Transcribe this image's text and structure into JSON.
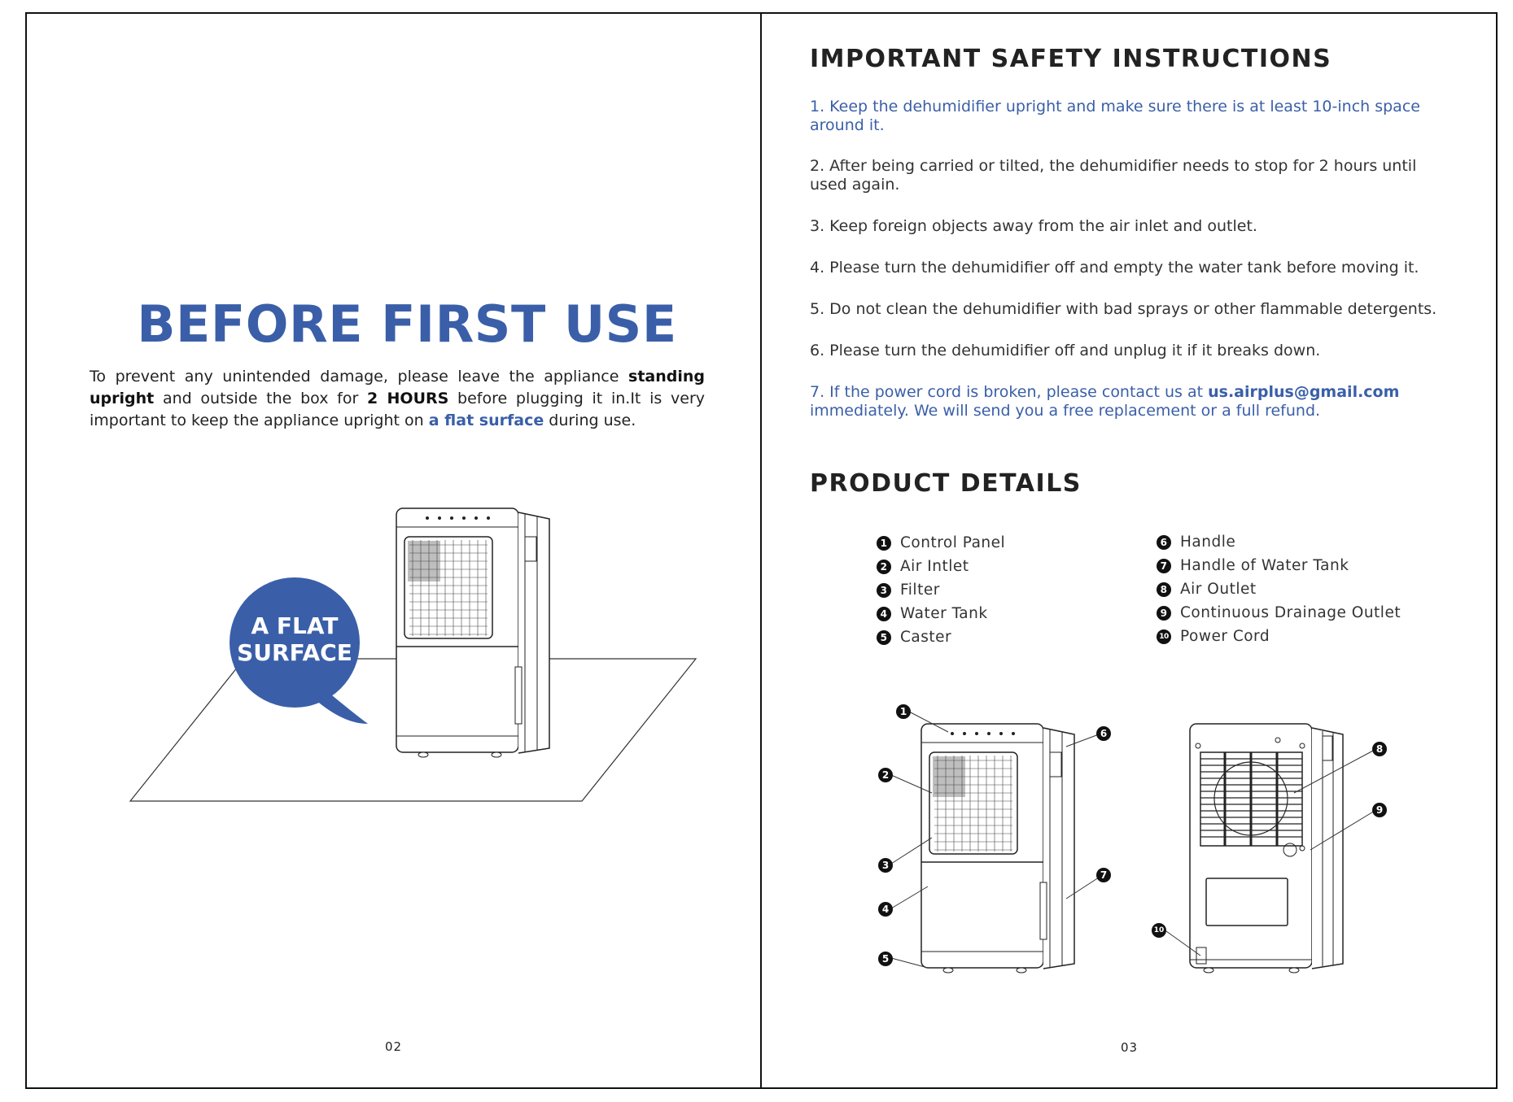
{
  "left_page": {
    "title": "BEFORE FIRST USE",
    "intro": {
      "part1": "To prevent any unintended damage, please leave the appliance ",
      "bold1": "standing upright",
      "part2": " and outside the box for ",
      "bold2": "2 HOURS",
      "part3": " before plugging it in.It is very important to keep the appliance upright on ",
      "blue1": "a flat surface",
      "part4": " during use."
    },
    "bubble": {
      "line1": "A FLAT",
      "line2": "SURFACE"
    },
    "page_number": "02"
  },
  "right_page": {
    "safety_heading": "IMPORTANT SAFETY INSTRUCTIONS",
    "instructions": [
      {
        "text": "1. Keep the dehumidifier upright and make sure there is at least 10-inch space around it."
      },
      {
        "text": "2. After being carried or tilted, the dehumidifier needs to stop for 2 hours until used again."
      },
      {
        "text": "3. Keep foreign objects away from the air inlet and outlet."
      },
      {
        "text": "4. Please turn the dehumidifier off and empty the water tank before moving it."
      },
      {
        "text": "5. Do not clean the dehumidifier with bad sprays or other flammable detergents."
      },
      {
        "text": "6. Please turn the dehumidifier off and unplug it if it breaks down."
      },
      {
        "text_before": "7. If the power cord is broken, please contact us at ",
        "email": "us.airplus@gmail.com",
        "text_after": " immediately. We will send you a free replacement or a full refund."
      }
    ],
    "details_heading": "PRODUCT DETAILS",
    "parts_left": [
      {
        "num": "1",
        "label": "Control Panel"
      },
      {
        "num": "2",
        "label": "Air Intlet"
      },
      {
        "num": "3",
        "label": "Filter"
      },
      {
        "num": "4",
        "label": "Water Tank"
      },
      {
        "num": "5",
        "label": "Caster"
      }
    ],
    "parts_right": [
      {
        "num": "6",
        "label": "Handle"
      },
      {
        "num": "7",
        "label": "Handle of Water Tank"
      },
      {
        "num": "8",
        "label": "Air Outlet"
      },
      {
        "num": "9",
        "label": "Continuous Drainage Outlet"
      },
      {
        "num": "10",
        "label": "Power Cord"
      }
    ],
    "diagram_labels": [
      "1",
      "2",
      "3",
      "4",
      "5",
      "6",
      "7",
      "8",
      "9",
      "10"
    ],
    "page_number": "03"
  },
  "colors": {
    "accent_blue": "#3a5fa8",
    "text": "#222222"
  }
}
